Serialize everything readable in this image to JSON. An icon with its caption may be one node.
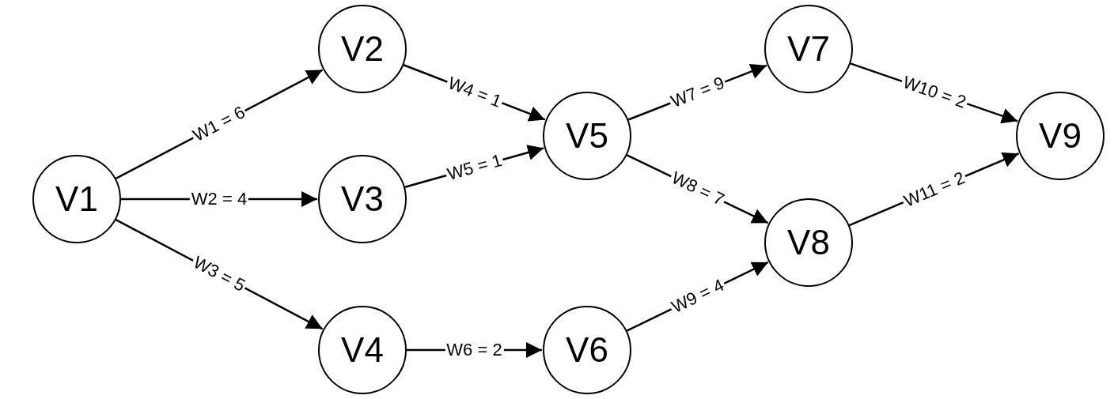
{
  "diagram": {
    "nodes": [
      {
        "text": [
          "V1"
        ]
      },
      {
        "text": [
          "V2"
        ]
      },
      {
        "text": [
          "V3"
        ]
      },
      {
        "text": [
          "V4"
        ]
      },
      {
        "text": [
          "V5"
        ]
      },
      {
        "text": [
          "V6"
        ]
      },
      {
        "text": [
          "V7"
        ]
      },
      {
        "text": [
          "V8"
        ]
      },
      {
        "text": [
          "V9"
        ]
      }
    ],
    "edges": [
      {
        "from": 0,
        "to": 1,
        "arrow": "to",
        "label": "W1 = 6"
      },
      {
        "from": 0,
        "to": 2,
        "arrow": "to",
        "label": "W2 = 4"
      },
      {
        "from": 0,
        "to": 3,
        "arrow": "to",
        "label": "W3 = 5"
      },
      {
        "from": 1,
        "to": 4,
        "arrow": "to",
        "label": "W4 = 1"
      },
      {
        "from": 2,
        "to": 4,
        "arrow": "to",
        "label": "W5 = 1"
      },
      {
        "from": 3,
        "to": 5,
        "arrow": "to",
        "label": "W6 = 2"
      },
      {
        "from": 4,
        "to": 6,
        "arrow": "to",
        "label": "W7 = 9"
      },
      {
        "from": 4,
        "to": 7,
        "arrow": "to",
        "label": "W8 = 7"
      },
      {
        "from": 5,
        "to": 7,
        "arrow": "to",
        "label": "W9 = 4"
      },
      {
        "from": 6,
        "to": 8,
        "arrow": "to",
        "label": "W10 = 2"
      },
      {
        "from": 7,
        "to": 8,
        "arrow": "to",
        "label": "W11 = 2"
      }
    ]
  }
}
